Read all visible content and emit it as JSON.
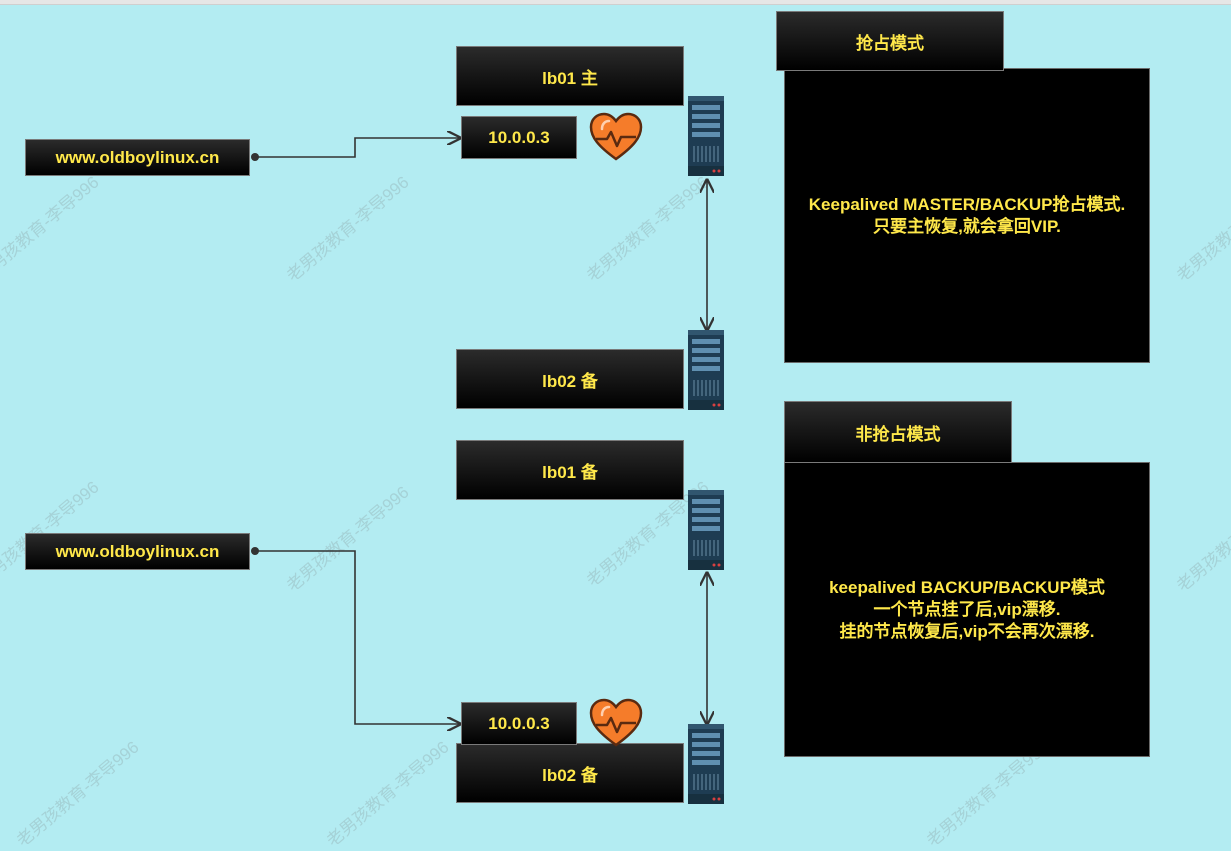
{
  "watermark": "老男孩教育-李导996",
  "colors": {
    "background": "#b3ecf2",
    "label_text": "#ffe84a",
    "box_fill": "#000000",
    "heart": "#f57c2a",
    "server": "#1e3c52"
  },
  "top": {
    "domain": "www.oldboylinux.cn",
    "vip": "10.0.0.3",
    "lb01": "lb01 主",
    "lb02": "lb02 备",
    "mode_title": "抢占模式",
    "mode_lines": [
      "Keepalived MASTER/BACKUP抢占模式.",
      "只要主恢复,就会拿回VIP."
    ]
  },
  "bottom": {
    "domain": "www.oldboylinux.cn",
    "vip": "10.0.0.3",
    "lb01": "lb01 备",
    "lb02": "lb02 备",
    "mode_title": "非抢占模式",
    "mode_lines": [
      "keepalived BACKUP/BACKUP模式",
      "一个节点挂了后,vip漂移.",
      "挂的节点恢复后,vip不会再次漂移."
    ]
  },
  "icons": {
    "server": "server-rack-icon",
    "heartbeat": "heartbeat-icon"
  }
}
